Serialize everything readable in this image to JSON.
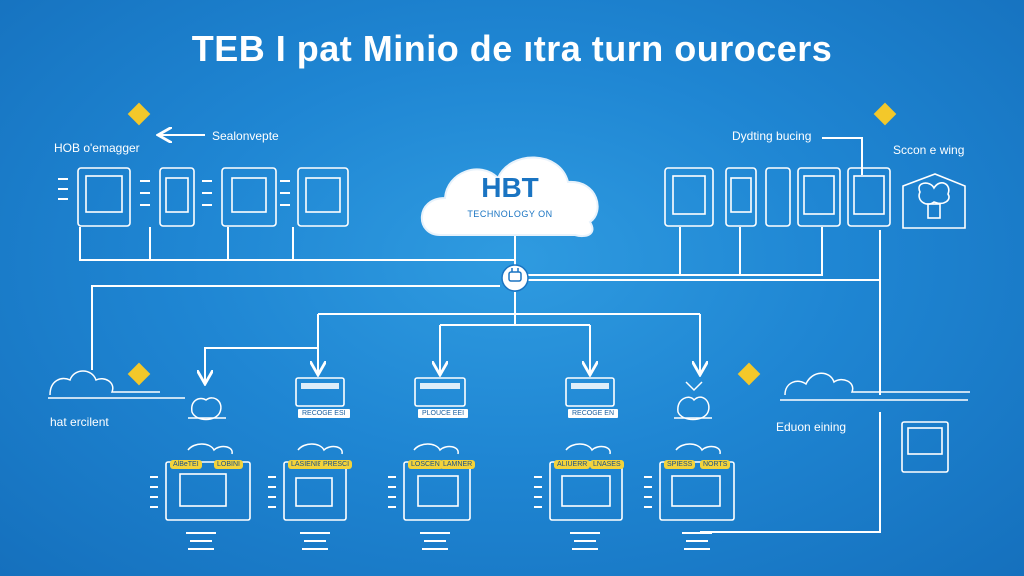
{
  "title": "TEB I pat Minio de ıtra turn ourocers",
  "labels": {
    "hub_manager": "HOB  o'emagger",
    "top_left_arrow": "Sealonvepte",
    "top_right": "Dydting bucing",
    "far_right": "Sccon e wing",
    "bottom_left": "hat ercilent",
    "bottom_right": "Eduon eining"
  },
  "cloud": {
    "title": "HBT",
    "subtitle": "TECHNOLOGY ON"
  },
  "device_chips": [
    "RECOGE ESI",
    "PLOUCE EEI",
    "RECOGE EN"
  ],
  "tags": [
    "AlBeTEI",
    "LOBINI",
    "LASIENIE",
    "PRESCI",
    "LOSCEN",
    "LAMNER",
    "ALIUERR",
    "LNASES",
    "SPIESS",
    "NORTS"
  ],
  "colors": {
    "background": "#1f86d3",
    "line": "#ffffff",
    "accent": "#f3c82a",
    "cloud": "#ffffff"
  },
  "icons": [
    "alert-diamond-icon",
    "cloud-icon",
    "plug-hub-icon",
    "tablet-icon",
    "monitor-icon",
    "hand-icon",
    "brain-icon",
    "cloud-wave-icon"
  ]
}
